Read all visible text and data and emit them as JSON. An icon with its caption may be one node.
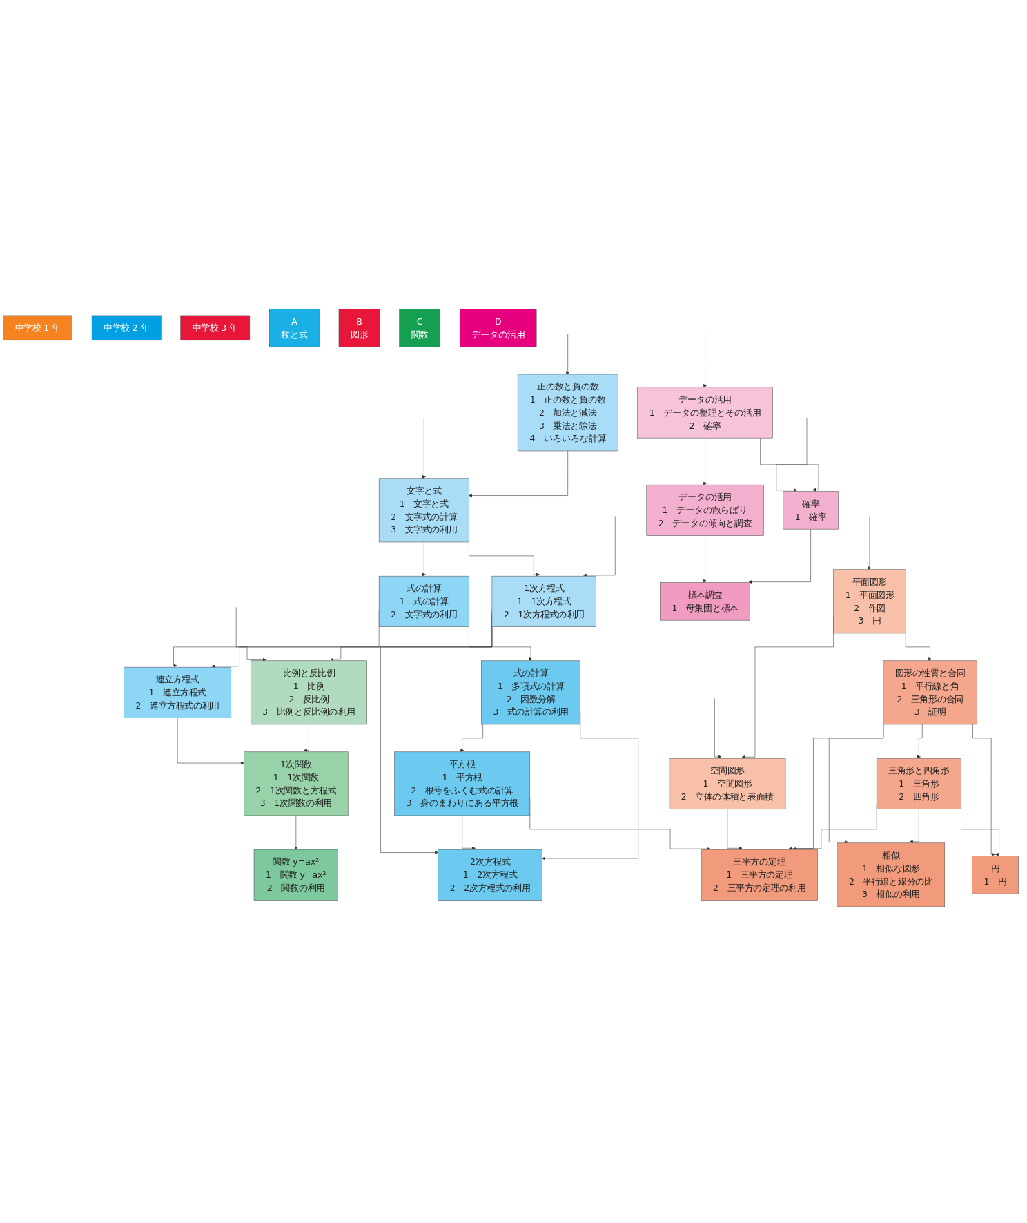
{
  "diagram": {
    "nodes": [
      {
        "text": [
          "中学校 1 年"
        ]
      },
      {
        "text": [
          "中学校 2 年"
        ]
      },
      {
        "text": [
          "中学校 3 年"
        ]
      },
      {
        "text": [
          "A",
          "数と式"
        ]
      },
      {
        "text": [
          "正の数と負の数",
          "1　正の数と負の数",
          "2　加法と減法",
          "3　乗法と除法",
          "4　いろいろな計算"
        ]
      },
      {
        "text": [
          "式の計算",
          "1　式の計算",
          "2　文字式の利用"
        ]
      },
      {
        "text": [
          "式の計算",
          "1　多項式の計算",
          "2　因数分解",
          "3　式の計算の利用"
        ]
      },
      {
        "text": [
          "文字と式",
          "1　文字と式",
          "2　文字式の計算",
          "3　文字式の利用"
        ]
      },
      {
        "text": [
          "平方根",
          "1　平方根",
          "2　根号をふくむ式の計算",
          "3　身のまわりにある平方根"
        ]
      },
      {
        "text": [
          "連立方程式",
          "1　連立方程式",
          "2　連立方程式の利用"
        ]
      },
      {
        "text": [
          "1次方程式",
          "1　1次方程式",
          "2　1次方程式の利用"
        ]
      },
      {
        "text": [
          "2次方程式",
          "1　2次方程式",
          "2　2次方程式の利用"
        ]
      },
      {
        "text": [
          "B",
          "図形"
        ]
      },
      {
        "text": [
          "平面図形",
          "1　平面図形",
          "2　作図",
          "3　円"
        ]
      },
      {
        "text": [
          "図形の性質と合同",
          "1　平行線と角",
          "2　三角形の合同",
          "3　証明"
        ]
      },
      {
        "text": [
          "相似",
          "1　相似な図形",
          "2　平行線と線分の比",
          "3　相似の利用"
        ]
      },
      {
        "text": [
          "空間図形",
          "1　空間図形",
          "2　立体の体積と表面積"
        ]
      },
      {
        "text": [
          "三角形と四角形",
          "1　三角形",
          "2　四角形"
        ]
      },
      {
        "text": [
          "円",
          "1　円"
        ]
      },
      {
        "text": [
          "三平方の定理",
          "1　三平方の定理",
          "2　三平方の定理の利用"
        ]
      },
      {
        "text": [
          "C",
          "関数"
        ]
      },
      {
        "text": [
          "比例と反比例",
          "1　比例",
          "2　反比例",
          "3　比例と反比例の利用"
        ]
      },
      {
        "text": [
          "1次関数",
          "1　1次関数",
          "2　1次関数と方程式",
          "3　1次関数の利用"
        ]
      },
      {
        "text": [
          "関数 y=ax²",
          "1　関数 y=ax²",
          "2　関数の利用"
        ]
      },
      {
        "text": [
          "D",
          "データの活用"
        ]
      },
      {
        "text": [
          "データの活用",
          "1　データの散らばり",
          "2　データの傾向と調査"
        ]
      },
      {
        "text": [
          "データの活用",
          "1　データの整理とその活用",
          "2　確率"
        ]
      },
      {
        "text": [
          "標本調査",
          "1　母集団と標本"
        ]
      },
      {
        "text": [
          "確率",
          "1　確率"
        ]
      }
    ],
    "edges": [
      {
        "from": null,
        "to": 4,
        "arrow": "to"
      },
      {
        "from": null,
        "to": 7,
        "arrow": "to"
      },
      {
        "from": 4,
        "to": 7,
        "arrow": "to"
      },
      {
        "from": 7,
        "to": 10,
        "arrow": "to"
      },
      {
        "from": 7,
        "to": 5,
        "arrow": "to"
      },
      {
        "from": 5,
        "to": 9,
        "arrow": "to"
      },
      {
        "from": 5,
        "to": 6,
        "arrow": "to"
      },
      {
        "from": 10,
        "to": 9,
        "arrow": "to"
      },
      {
        "from": 10,
        "to": 11,
        "arrow": "to"
      },
      {
        "from": 6,
        "to": 8,
        "arrow": "to"
      },
      {
        "from": 8,
        "to": 11,
        "arrow": "to"
      },
      {
        "from": 6,
        "to": 11,
        "arrow": "to"
      },
      {
        "from": 8,
        "to": 19,
        "arrow": "to"
      },
      {
        "from": null,
        "to": 10,
        "arrow": "to"
      },
      {
        "from": null,
        "to": 21,
        "arrow": "to"
      },
      {
        "from": null,
        "to": 28,
        "arrow": "to"
      },
      {
        "from": null,
        "to": 13,
        "arrow": "to"
      },
      {
        "from": null,
        "to": 16,
        "arrow": "to"
      },
      {
        "from": 13,
        "to": 16,
        "arrow": "to"
      },
      {
        "from": 13,
        "to": 14,
        "arrow": "to"
      },
      {
        "from": 14,
        "to": 17,
        "arrow": "to"
      },
      {
        "from": 16,
        "to": 19,
        "arrow": "to"
      },
      {
        "from": 10,
        "to": 21,
        "arrow": "to"
      },
      {
        "from": 9,
        "to": 22,
        "arrow": "to"
      },
      {
        "from": 14,
        "to": 15,
        "arrow": "to"
      },
      {
        "from": 14,
        "to": 18,
        "arrow": "to"
      },
      {
        "from": 14,
        "to": 19,
        "arrow": "to"
      },
      {
        "from": 17,
        "to": 15,
        "arrow": "to"
      },
      {
        "from": 17,
        "to": 18,
        "arrow": "to"
      },
      {
        "from": 17,
        "to": 19,
        "arrow": "to"
      },
      {
        "from": 21,
        "to": 22,
        "arrow": "to"
      },
      {
        "from": 22,
        "to": 23,
        "arrow": "to"
      },
      {
        "from": null,
        "to": 26,
        "arrow": "to"
      },
      {
        "from": 26,
        "to": 25,
        "arrow": "to"
      },
      {
        "from": 26,
        "to": 28,
        "arrow": "to"
      },
      {
        "from": 25,
        "to": 27,
        "arrow": "to"
      },
      {
        "from": 28,
        "to": 27,
        "arrow": "to"
      }
    ]
  }
}
